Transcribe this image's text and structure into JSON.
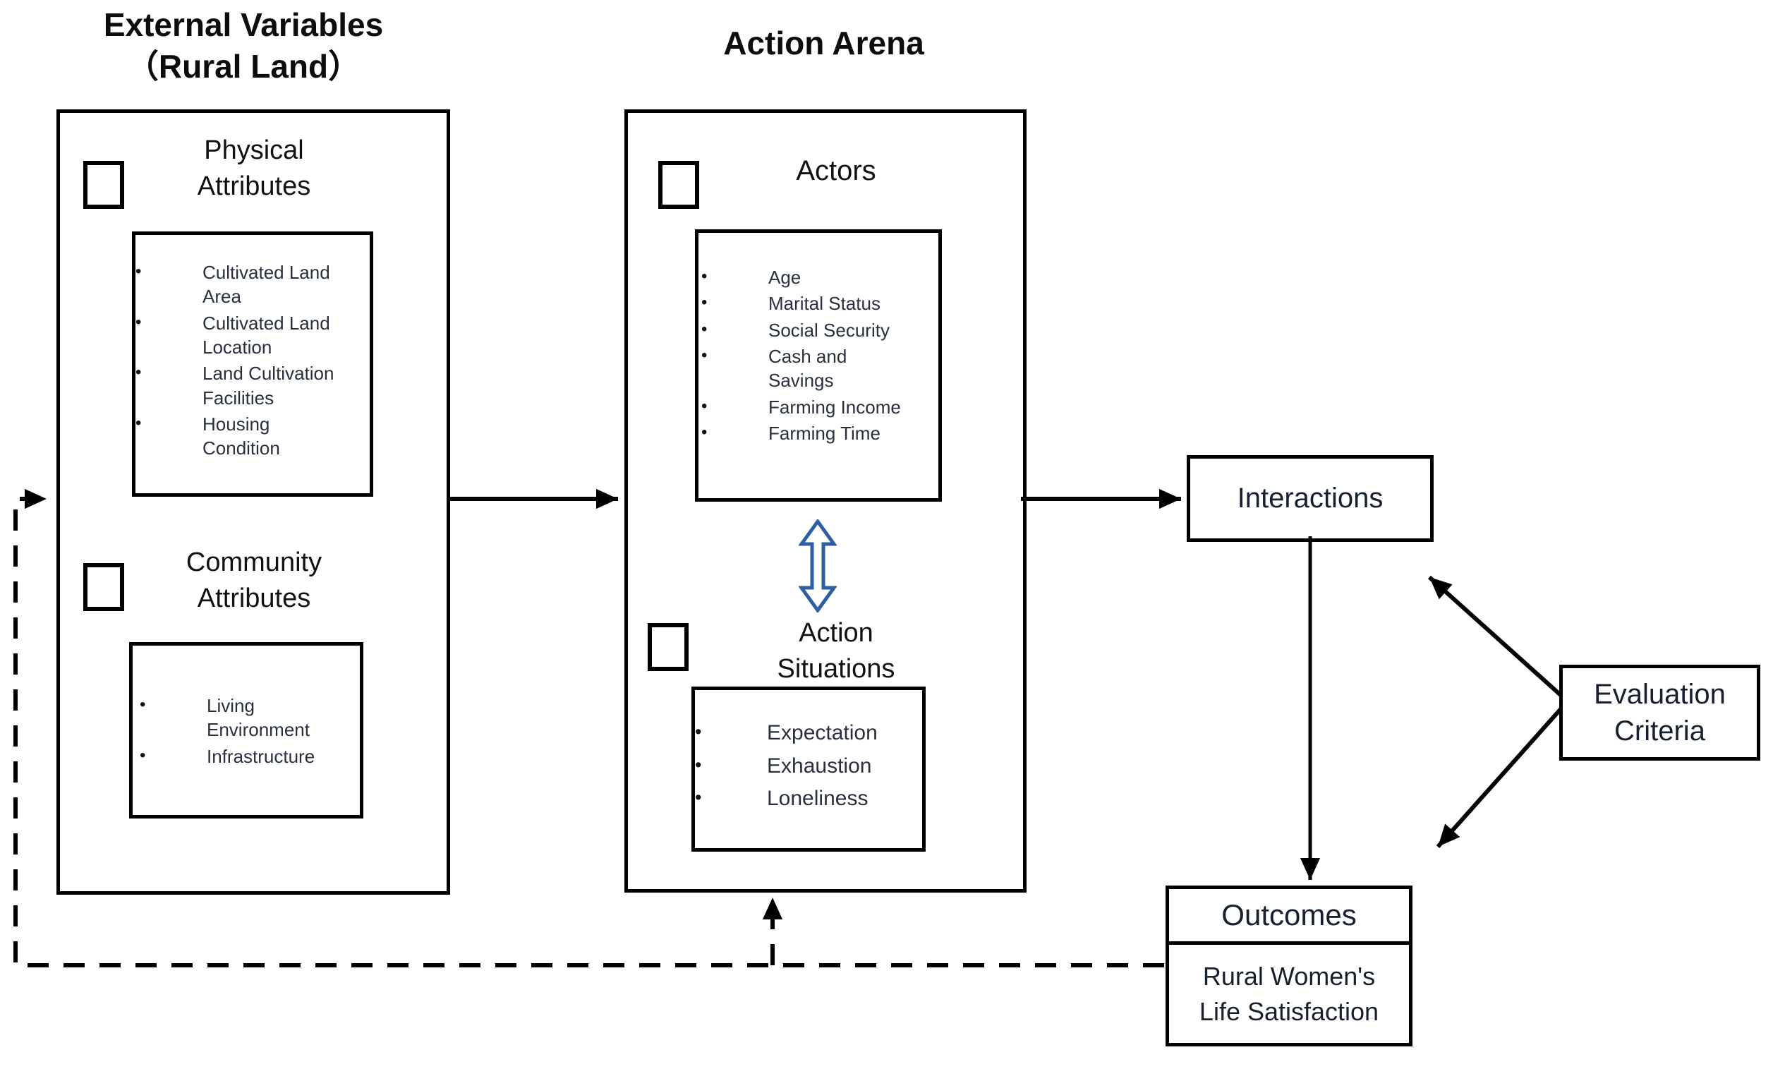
{
  "external": {
    "title": [
      "External Variables",
      "（Rural Land）"
    ],
    "physical_heading": [
      "Physical",
      "Attributes"
    ],
    "physical_items": [
      "Cultivated Land Area",
      "Cultivated Land Location",
      "Land Cultivation Facilities",
      "Housing Condition"
    ],
    "community_heading": [
      "Community",
      "Attributes"
    ],
    "community_items": [
      "Living Environment",
      "Infrastructure"
    ]
  },
  "action_arena": {
    "title": "Action Arena",
    "actors_heading": "Actors",
    "actors_items": [
      "Age",
      "Marital Status",
      "Social Security",
      "Cash and Savings",
      "Farming Income",
      "Farming Time"
    ],
    "situations_heading": [
      "Action",
      "Situations"
    ],
    "situations_items": [
      "Expectation",
      "Exhaustion",
      "Loneliness"
    ]
  },
  "interactions": {
    "label": "Interactions"
  },
  "evaluation": {
    "label": [
      "Evaluation",
      "Criteria"
    ]
  },
  "outcomes": {
    "label": "Outcomes",
    "subtitle": [
      "Rural Women's",
      "Life Satisfaction"
    ]
  },
  "icons": {
    "checkbox": "empty-checkbox-square",
    "double_arrow": "vertical-double-arrow"
  },
  "colors": {
    "accent_blue": "#2e5fa3",
    "line_black": "#000000",
    "background": "#ffffff"
  }
}
